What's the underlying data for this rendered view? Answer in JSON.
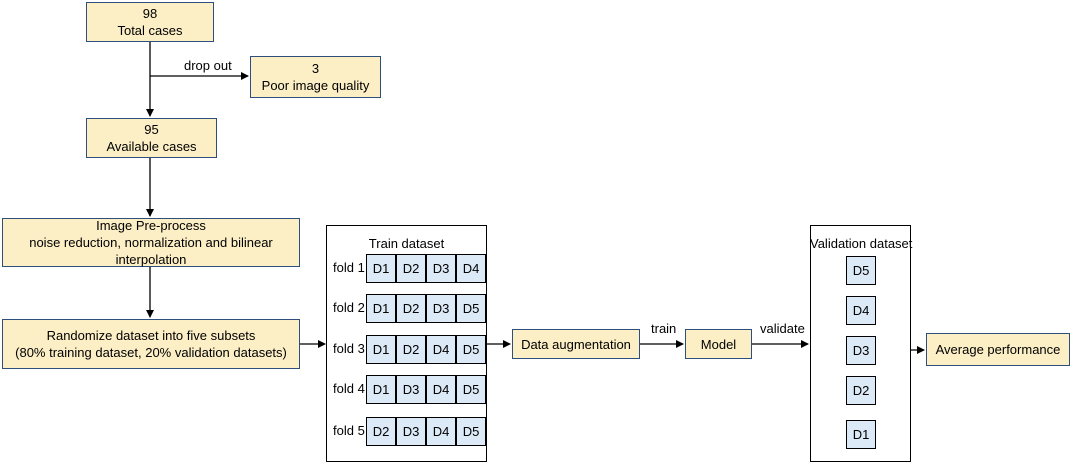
{
  "total": {
    "count": "98",
    "label": "Total cases"
  },
  "dropout": {
    "edge_label": "drop out",
    "count": "3",
    "label": "Poor image quality"
  },
  "available": {
    "count": "95",
    "label": "Available cases"
  },
  "preprocess": {
    "title": "Image Pre-process",
    "detail": "noise reduction, normalization and bilinear interpolation"
  },
  "randomize": {
    "title": "Randomize dataset into five subsets",
    "detail": "(80% training dataset, 20% validation datasets)"
  },
  "train_panel": {
    "title": "Train dataset",
    "folds": [
      {
        "label": "fold 1",
        "cells": [
          "D1",
          "D2",
          "D3",
          "D4"
        ]
      },
      {
        "label": "fold 2",
        "cells": [
          "D1",
          "D2",
          "D3",
          "D5"
        ]
      },
      {
        "label": "fold 3",
        "cells": [
          "D1",
          "D2",
          "D4",
          "D5"
        ]
      },
      {
        "label": "fold 4",
        "cells": [
          "D1",
          "D3",
          "D4",
          "D5"
        ]
      },
      {
        "label": "fold 5",
        "cells": [
          "D2",
          "D3",
          "D4",
          "D5"
        ]
      }
    ]
  },
  "augmentation": {
    "label": "Data augmentation"
  },
  "train_edge": {
    "label": "train"
  },
  "model": {
    "label": "Model"
  },
  "validate_edge": {
    "label": "validate"
  },
  "validation_panel": {
    "title": "Validation dataset",
    "cells": [
      "D5",
      "D4",
      "D3",
      "D2",
      "D1"
    ]
  },
  "result": {
    "label": "Average performance"
  },
  "colors": {
    "process_fill": "#fcefc6",
    "process_border": "#2e4f7c",
    "cell_fill": "#dce9f7"
  }
}
